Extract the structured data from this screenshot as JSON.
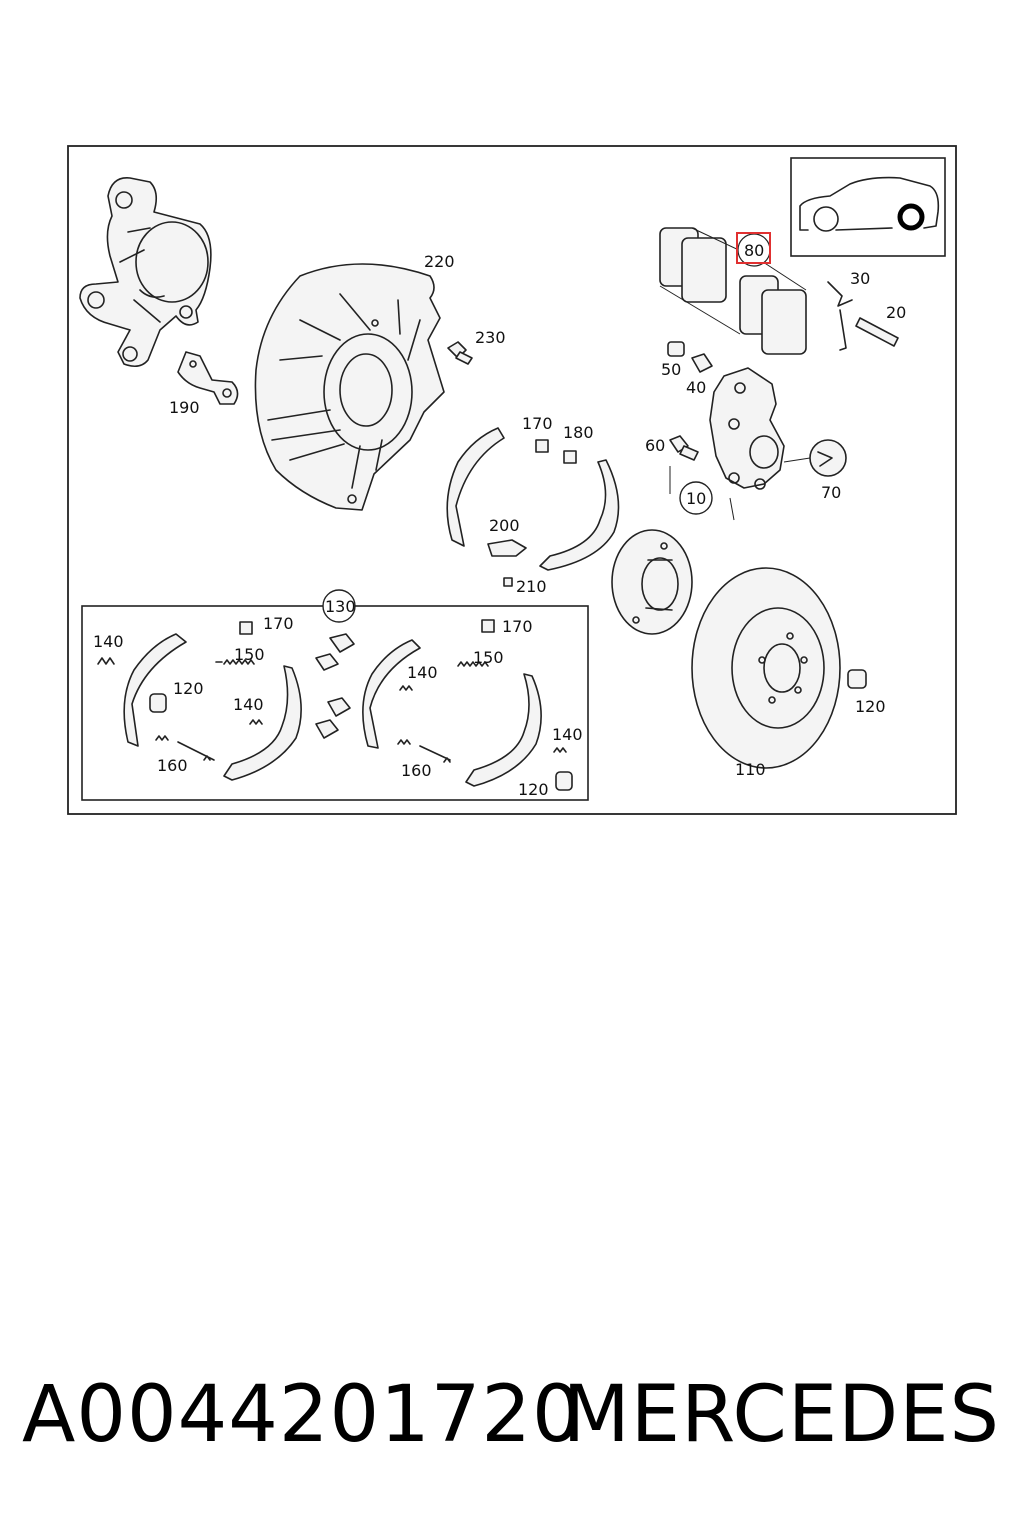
{
  "diagram": {
    "labels": {
      "l10": "10",
      "l20": "20",
      "l30": "30",
      "l40": "40",
      "l50": "50",
      "l60": "60",
      "l70": "70",
      "l80": "80",
      "l110": "110",
      "l120": "120",
      "l130": "130",
      "l140": "140",
      "l150": "150",
      "l160": "160",
      "l170": "170",
      "l180": "180",
      "l190": "190",
      "l200": "200",
      "l210": "210",
      "l220": "220",
      "l230": "230"
    },
    "highlight_color": "#e03030",
    "line_color": "#222222"
  },
  "footer": {
    "part_number": "A0044201720",
    "brand": "MERCEDES"
  }
}
